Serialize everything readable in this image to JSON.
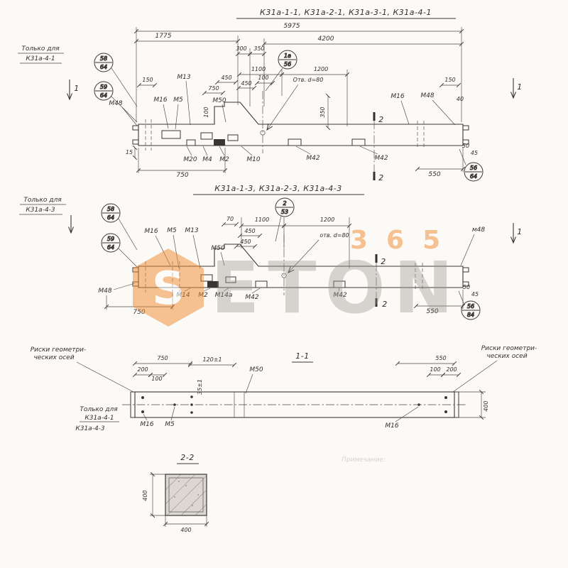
{
  "v1": {
    "title": "К31а-1-1, К31а-2-1, К31а-3-1, К31а-4-1",
    "note1": "Только для",
    "note2": "К31а-4-1",
    "b58t": "58",
    "b58b": "64",
    "b59t": "59",
    "b59b": "64",
    "b1t": "1а",
    "b1b": "56",
    "b2t": "56",
    "b2b": "64",
    "sec1": "1",
    "sec2": "2",
    "d5975": "5975",
    "d1775": "1775",
    "d300": "300",
    "d350": "350",
    "d4200": "4200",
    "d1100": "1100",
    "d100": "100",
    "d1200": "1200",
    "hole": "Отв. d=80",
    "d150l": "150",
    "d150r": "150",
    "d450a": "450",
    "d750t": "750",
    "d450b": "450",
    "d100v": "100",
    "d40": "40",
    "d350v": "350",
    "d15": "15",
    "d750b": "750",
    "d550b": "550",
    "d50": "50",
    "d45": "45",
    "m48l": "М48",
    "m16l": "М16",
    "m5": "М5",
    "m13": "М13",
    "m50": "М50",
    "m16r": "М16",
    "m48r": "М48",
    "m20": "М20",
    "m4": "М4",
    "m2": "М2",
    "m10": "М10",
    "m42a": "М42",
    "m42b": "М42"
  },
  "v2": {
    "title": "К31а-1-3, К31а-2-3, К31а-4-3",
    "note1": "Только для",
    "note2": "К31а-4-3",
    "b58t": "58",
    "b58b": "64",
    "b59t": "59",
    "b59b": "64",
    "b2t": "2",
    "b2b": "53",
    "b3t": "56",
    "b3b": "84",
    "sec1": "1",
    "sec2": "2",
    "d70": "70",
    "d1100": "1100",
    "d1200": "1200",
    "hole": "отв. d=80",
    "d450a": "450",
    "d450b": "450",
    "m16": "М16",
    "m5": "М5",
    "m13": "М13",
    "m50": "М50",
    "m48r": "м48",
    "m48l": "М48",
    "m14": "М14",
    "m2": "М2",
    "m14a": "М14а",
    "m42a": "М42",
    "m42b": "М42",
    "d750": "750",
    "d550": "550",
    "d50": "50",
    "d45": "45"
  },
  "v3": {
    "title": "1-1",
    "riski1": "Риски геометри-",
    "riski2": "ческих осей",
    "riski3": "Риски геометри-",
    "riski4": "ческих осей",
    "only1": "Только для",
    "only2": "К31а-4-1",
    "only3": "К31а-4-3",
    "d750": "750",
    "d200l": "200",
    "d100l": "100",
    "d120": "120±1",
    "d35": "35±1",
    "m50": "М50",
    "d550": "550",
    "d100r": "100",
    "d200r": "200",
    "d400": "400",
    "m16l": "М16",
    "m5": "М5",
    "m16r": "М16"
  },
  "v4": {
    "title": "2-2",
    "dw": "400",
    "dh": "400"
  },
  "note_faint": "Примечание:",
  "wm": {
    "s": "S",
    "rest": "ETON",
    "num": "365"
  }
}
